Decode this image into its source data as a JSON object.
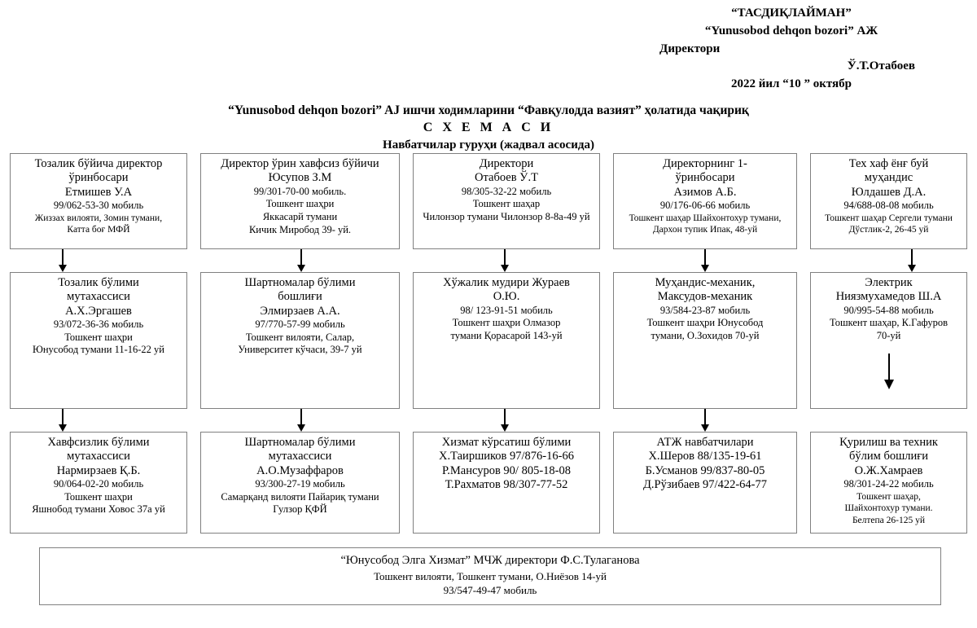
{
  "approval": {
    "line1": "“ТАСДИҚЛАЙМАН”",
    "line2": "“Yunusobod dehqon bozori” АЖ",
    "line3": "Директори",
    "line4": "Ў.Т.Отабоев",
    "line5": "2022 йил “10 ” октябр"
  },
  "title": {
    "line1": "“Yunusobod  dehqon bozori” AJ ишчи ходимларини “Фавқулодда вазият” ҳолатида чақириқ",
    "line2": "С Х Е М А С И",
    "line3": "Навбатчилар гуруҳи (жадвал асосида)"
  },
  "row1": [
    {
      "role": "Тозалик бўйича директор\nўринбосари",
      "name": "Етмишев У.А",
      "phone": "99/062-53-30 мобиль",
      "address": "Жиззах вилояти, Зомин тумани,\nКатта боғ МФЙ"
    },
    {
      "role": "Директор ўрин хавфсиз бўйичи",
      "name": "Юсупов З.М",
      "phone": "99/301-70-00 мобиль.",
      "address": "Тошкент шаҳри\nЯккасарй тумани\nКичик Миробод 39- уй."
    },
    {
      "role": "Директори",
      "name": "Отабоев Ў.Т",
      "phone": "98/305-32-22 мобиль",
      "address": "Тошкент шаҳар\nЧилонзор тумани  Чилонзор 8-8а-49 уй"
    },
    {
      "role": "Директорнинг 1-\nўринбосари",
      "name": "Азимов А.Б.",
      "phone": "90/176-06-66 мобиль",
      "address": "Тошкент шаҳар Шайхонтохур тумани, Дархон тупик Ипак, 48-уй"
    },
    {
      "role": "Тех хаф ёнғ буй\nмуҳандис",
      "name": "Юлдашев Д.А.",
      "phone": "94/688-08-08 мобиль",
      "address": "Тошкент шаҳар Сергели тумани Дўстлик-2, 26-45 уй"
    }
  ],
  "row2": [
    {
      "role": "Тозалик бўлими\nмутахассиси",
      "name": "А.Х.Эргашев",
      "phone": "93/072-36-36 мобиль",
      "address": "Тошкент шаҳри\nЮнусобод тумани 11-16-22 уй"
    },
    {
      "role": "Шартномалар бўлими\nбошлиғи",
      "name": "Элмирзаев А.А.",
      "phone": "97/770-57-99 мобиль",
      "address": "Тошкент вилояти, Салар,\nУниверситет кўчаси, 39-7 уй"
    },
    {
      "role": "Хўжалик мудири  Жураев\nО.Ю.",
      "name": "",
      "phone": "98/ 123-91-51 мобиль",
      "address": "Тошкент шаҳри  Олмазор\nтумани Қорасарой 143-уй"
    },
    {
      "role": "Муҳандис-механик,\nМаксудов-механик",
      "name": "",
      "phone": "93/584-23-87 мобиль",
      "address": "Тошкент шаҳри Юнусобод\nтумани, О.Зохидов 70-уй"
    },
    {
      "role": "Электрик",
      "name": "Ниязмухамедов Ш.А",
      "phone": "90/995-54-88 мобиль",
      "address": "Тошкент шаҳар, К.Гафуров\n70-уй"
    }
  ],
  "row3": [
    {
      "role": "Хавфсизлик бўлими\nмутахассиси",
      "name": "Нармирзаев Қ.Б.",
      "phone": "90/064-02-20 мобиль",
      "address": "Тошкент шаҳри\nЯшнобод тумани Ховос 37а уй"
    },
    {
      "role": "Шартномалар бўлими\nмутахассиси",
      "name": "А.О.Музаффаров",
      "phone": "93/300-27-19 мобиль",
      "address": "Самарқанд вилояти Пайариқ тумани\nГулзор ҚФЙ"
    },
    {
      "role": "Хизмат кўрсатиш бўлими",
      "name": "",
      "phone": "",
      "address": "Х.Таиршиков 97/876-16-66\nР.Мансуров 90/ 805-18-08\nТ.Рахматов 98/307-77-52"
    },
    {
      "role": "АТЖ навбатчилари",
      "name": "",
      "phone": "",
      "address": "Х.Шеров 88/135-19-61\nБ.Усманов 99/837-80-05\nД.Рўзибаев 97/422-64-77"
    },
    {
      "role": "Қурилиш ва техник\nбўлим бошлиғи",
      "name": "О.Ж.Хамраев",
      "phone": "98/301-24-22 мобиль",
      "address": "Тошкент шаҳар,\nШайхонтохур тумани.\nБелтепа 26-125 уй"
    }
  ],
  "footer": {
    "line1": "“Юнусобод Элга Хизмат” МЧЖ директори Ф.С.Тулаганова",
    "line2": "Тошкент вилояти, Тошкент тумани,  О.Ниёзов 14-уй",
    "line3": "93/547-49-47 мобиль"
  },
  "colors": {
    "box_border": "#808080",
    "text": "#000000",
    "arrow": "#000000",
    "background": "#ffffff"
  }
}
